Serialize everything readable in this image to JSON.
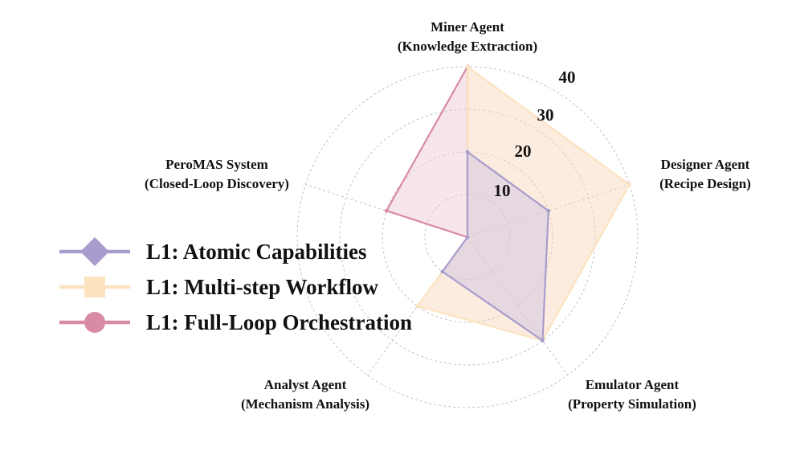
{
  "chart_data": {
    "type": "radar",
    "axes": [
      [
        "Miner Agent",
        "(Knowledge Extraction)"
      ],
      [
        "Designer Agent",
        "(Recipe Design)"
      ],
      [
        "Emulator Agent",
        "(Property Simulation)"
      ],
      [
        "Analyst Agent",
        "(Mechanism Analysis)"
      ],
      [
        "PeroMAS System",
        "(Closed-Loop Discovery)"
      ]
    ],
    "rlim": [
      0,
      40
    ],
    "ticks": [
      10,
      20,
      30,
      40
    ],
    "grid": true,
    "legend_position": "left",
    "series": [
      {
        "name": "L1: Full-Loop Orchestration",
        "values": [
          40,
          0,
          0,
          0,
          20
        ],
        "color": "#d98aa6",
        "fill": "#ecc6d3",
        "marker": "circle"
      },
      {
        "name": "L1: Multi-step Workflow",
        "values": [
          40,
          40,
          30,
          20,
          0
        ],
        "color": "#fce3c0",
        "fill": "#f8d4b8",
        "marker": "square"
      },
      {
        "name": "L1: Atomic Capabilities",
        "values": [
          20,
          20,
          30,
          10,
          0
        ],
        "color": "#a79ccc",
        "fill": "#c9c0e3",
        "marker": "diamond"
      }
    ],
    "legend_order": [
      2,
      1,
      0
    ]
  }
}
